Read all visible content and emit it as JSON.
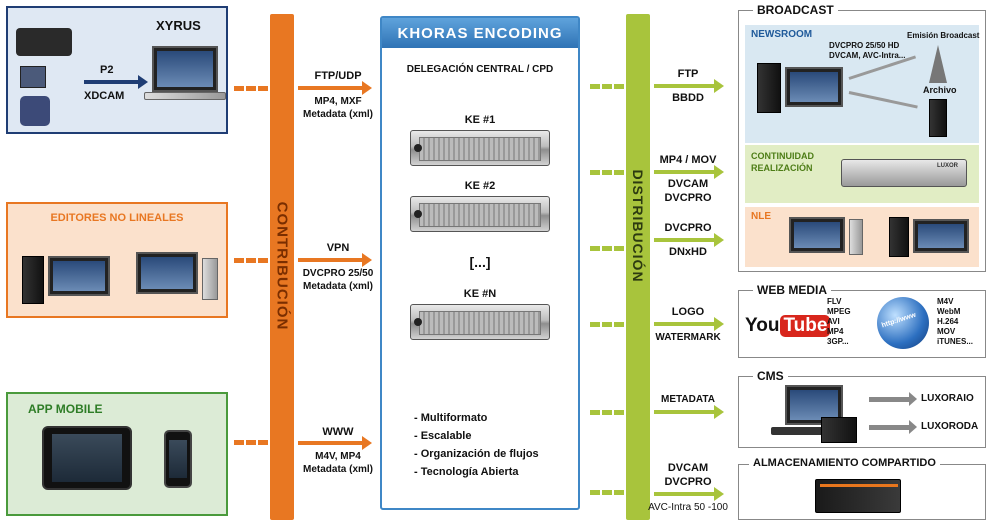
{
  "colors": {
    "contribution_bar": "#e87722",
    "distribution_bar": "#a8c43c",
    "khoras_header": "#3f87c6",
    "orange_arrow": "#e87722",
    "green_arrow": "#a8c43c"
  },
  "sources": {
    "xyrus": {
      "title": "XYRUS",
      "p2": "P2",
      "xdcam": "XDCAM"
    },
    "editors": {
      "title": "EDITORES NO LINEALES"
    },
    "app_mobile": {
      "title": "APP MOBILE"
    }
  },
  "contribution": {
    "label": "CONTRIBUCIÓN",
    "flows": [
      {
        "proto": "FTP/UDP",
        "formats": "MP4, MXF",
        "meta": "Metadata (xml)"
      },
      {
        "proto": "VPN",
        "formats": "DVCPRO 25/50",
        "meta": "Metadata (xml)"
      },
      {
        "proto": "WWW",
        "formats": "M4V, MP4",
        "meta": "Metadata (xml)"
      }
    ]
  },
  "khoras": {
    "title": "KHORAS ENCODING",
    "subtitle": "DELEGACIÓN CENTRAL / CPD",
    "servers": [
      "KE #1",
      "KE #2",
      "KE #N"
    ],
    "ellipsis": "[...]",
    "features": [
      "- Multiformato",
      "- Escalable",
      "- Organización de flujos",
      "- Tecnología Abierta"
    ]
  },
  "distribution": {
    "label": "DISTRIBUCIÓN",
    "flows": [
      {
        "l1": "FTP",
        "l2": "BBDD"
      },
      {
        "l1": "MP4 / MOV",
        "l2": "DVCAM",
        "l3": "DVCPRO"
      },
      {
        "l1": "DVCPRO",
        "l2": "DNxHD"
      },
      {
        "l1": "LOGO",
        "l2": "WATERMARK"
      },
      {
        "l1": "METADATA"
      },
      {
        "l1": "DVCAM",
        "l2": "DVCPRO",
        "l3": "AVC-Intra 50 -100"
      }
    ]
  },
  "broadcast": {
    "title": "BROADCAST",
    "newsroom": {
      "title": "NEWSROOM",
      "formats1": "DVCPRO 25/50 HD",
      "formats2": "DVCAM, AVC-Intra...",
      "emision": "Emisión Broadcast",
      "archivo": "Archivo"
    },
    "continuidad": {
      "line1": "CONTINUIDAD",
      "line2": "REALIZACIÓN",
      "brand": "LUXOR"
    },
    "nle": {
      "title": "NLE"
    }
  },
  "web_media": {
    "title": "WEB MEDIA",
    "youtube": {
      "you": "You",
      "tube": "Tube"
    },
    "globe": "http://www",
    "formats_left": [
      "FLV",
      "MPEG",
      "AVI",
      "MP4",
      "3GP..."
    ],
    "formats_right": [
      "M4V",
      "WebM",
      "H.264",
      "MOV",
      "iTUNES..."
    ]
  },
  "cms": {
    "title": "CMS",
    "targets": [
      "LUXORAIO",
      "LUXORODA"
    ]
  },
  "storage": {
    "title": "ALMACENAMIENTO COMPARTIDO"
  }
}
